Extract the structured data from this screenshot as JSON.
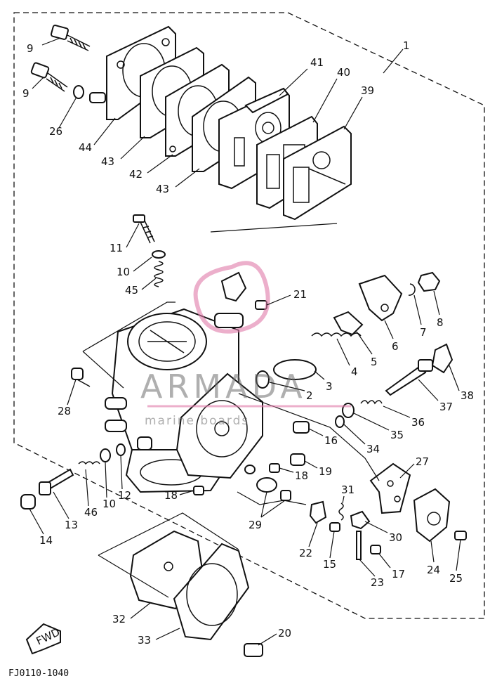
{
  "diagram": {
    "code": "FJ0110-1040",
    "direction_label": "FWD",
    "watermark": {
      "brand": "ARMADA",
      "tagline": "marine boards"
    },
    "colors": {
      "line": "#111111",
      "watermark": "#6e6e6e",
      "accent": "#e07aa8"
    },
    "labels": [
      "1",
      "9",
      "9",
      "26",
      "44",
      "43",
      "42",
      "43",
      "41",
      "40",
      "39",
      "11",
      "10",
      "45",
      "21",
      "8",
      "7",
      "6",
      "5",
      "4",
      "3",
      "2",
      "38",
      "37",
      "36",
      "35",
      "34",
      "16",
      "28",
      "19",
      "18",
      "27",
      "31",
      "30",
      "29",
      "22",
      "15",
      "17",
      "23",
      "24",
      "25",
      "14",
      "13",
      "46",
      "10",
      "12",
      "18",
      "32",
      "33",
      "20"
    ]
  }
}
